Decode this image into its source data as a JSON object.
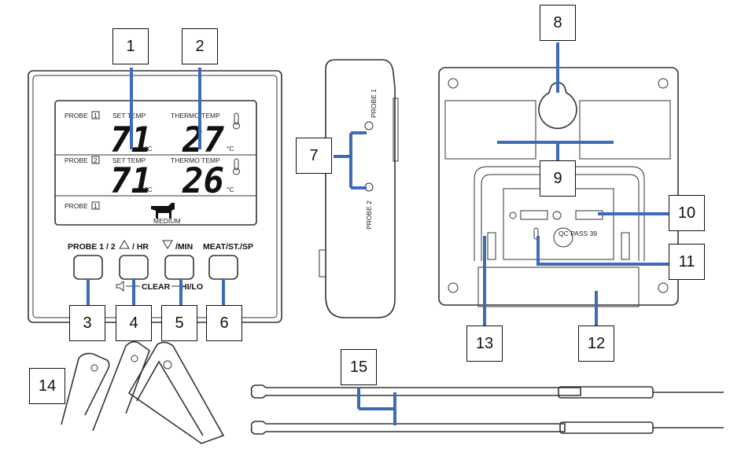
{
  "callouts": [
    "1",
    "2",
    "3",
    "4",
    "5",
    "6",
    "7",
    "8",
    "9",
    "10",
    "11",
    "12",
    "13",
    "14",
    "15"
  ],
  "display": {
    "probe_label": "PROBE",
    "probe_1_box": "1",
    "probe_2_box": "2",
    "set_temp_label": "SET TEMP",
    "thermo_temp_label": "THERMO TEMP",
    "row1_set": "71",
    "row1_thermo": "27",
    "row2_set": "71",
    "row2_thermo": "26",
    "unit": "°C",
    "bottom_probe_box": "1",
    "meat_level": "MEDIUM"
  },
  "buttons": {
    "probe": "PROBE 1 / 2",
    "hr": "/ HR",
    "min": "/MIN",
    "meat": "MEAT/ST./SP",
    "clear": "CLEAR",
    "hilo": "HI/LO"
  },
  "side": {
    "probe1": "PROBE 1",
    "probe2": "PROBE 2"
  },
  "back": {
    "qc": "QC\nPASS\n39"
  },
  "colors": {
    "leader": "#3d6bb8",
    "outline": "#333333"
  }
}
